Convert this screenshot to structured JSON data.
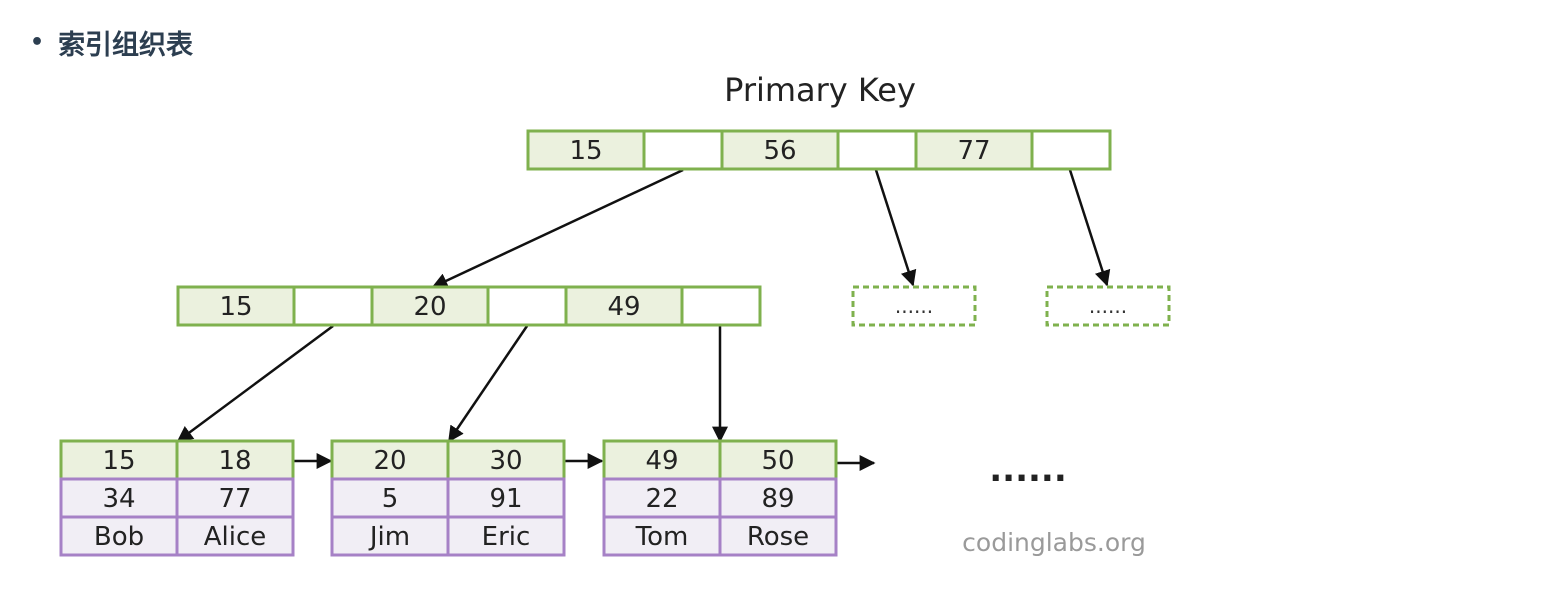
{
  "heading": {
    "bullet": "•",
    "text": "索引组织表"
  },
  "diagram": {
    "title": "Primary Key",
    "colors": {
      "key_fill": "#ebf1de",
      "key_border": "#7fb14e",
      "row_fill": "#f1eef5",
      "row_border": "#a681c6",
      "arrow": "#111111",
      "watermark": "#9a9a9a"
    },
    "root": {
      "keys": [
        "15",
        "56",
        "77"
      ]
    },
    "internal": {
      "keys": [
        "15",
        "20",
        "49"
      ]
    },
    "placeholder_nodes": [
      "......",
      "......"
    ],
    "leaves": [
      {
        "keys": [
          "15",
          "18"
        ],
        "values": [
          "34",
          "77"
        ],
        "names": [
          "Bob",
          "Alice"
        ]
      },
      {
        "keys": [
          "20",
          "30"
        ],
        "values": [
          "5",
          "91"
        ],
        "names": [
          "Jim",
          "Eric"
        ]
      },
      {
        "keys": [
          "49",
          "50"
        ],
        "values": [
          "22",
          "89"
        ],
        "names": [
          "Tom",
          "Rose"
        ]
      }
    ],
    "more": "......",
    "watermark": "codinglabs.org"
  }
}
